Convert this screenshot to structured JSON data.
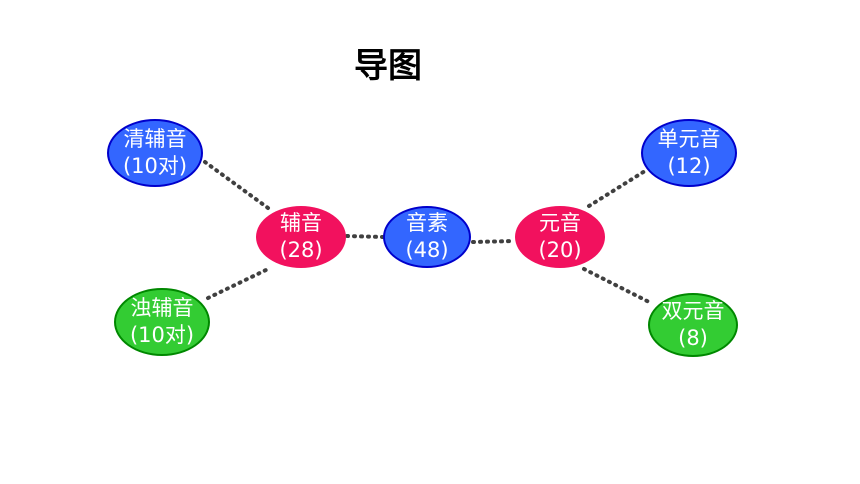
{
  "title": "导图",
  "nodes": {
    "root": {
      "line1": "音素",
      "line2": "(48)"
    },
    "consonant": {
      "line1": "辅音",
      "line2": "(28)"
    },
    "vowel": {
      "line1": "元音",
      "line2": "(20)"
    },
    "voiceless": {
      "line1": "清辅音",
      "line2": "(10对)"
    },
    "voiced": {
      "line1": "浊辅音",
      "line2": "(10对)"
    },
    "monophthong": {
      "line1": "单元音",
      "line2": "(12)"
    },
    "diphthong": {
      "line1": "双元音",
      "line2": "(8)"
    }
  },
  "colors": {
    "blue_fill": "#3366ff",
    "blue_border": "#0000cc",
    "pink_fill": "#f2115e",
    "green_fill": "#33cc33",
    "green_border": "#008800",
    "connector": "#404040"
  }
}
